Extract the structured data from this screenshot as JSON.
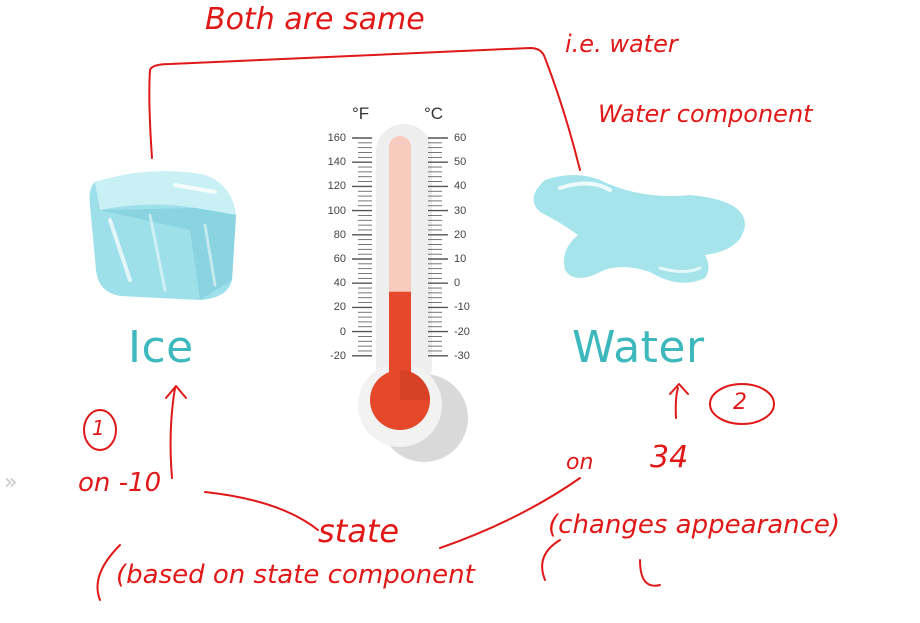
{
  "diagram": {
    "ice_label": "Ice",
    "water_label": "Water",
    "thermometer": {
      "f_unit": "°F",
      "c_unit": "°C",
      "f_ticks": [
        "160",
        "140",
        "120",
        "100",
        "80",
        "60",
        "40",
        "20",
        "0",
        "-20"
      ],
      "c_ticks": [
        "60",
        "50",
        "40",
        "30",
        "20",
        "10",
        "0",
        "-10",
        "-20",
        "-30"
      ],
      "mercury_fill_fraction": 0.19
    },
    "colors": {
      "accent": "#3db9bd",
      "ice": "#8fd8e4",
      "water": "#9fe3ea",
      "mercury": "#e5482a",
      "ink": "#e01818"
    }
  },
  "annotations": {
    "top_note": "Both are same",
    "note_line_1": "i.e. water",
    "note_line_2": "Water component",
    "circle_1": "1",
    "circle_2": "2",
    "left_values": "on -10",
    "right_values_a": "on",
    "right_values_b": "34",
    "state_word": "state",
    "based_note": "(based on state component",
    "changes_note": "(changes appearance)"
  },
  "icons": [
    "ice-cube-icon",
    "water-puddle-icon",
    "thermometer-icon",
    "chevron-right-icon"
  ]
}
